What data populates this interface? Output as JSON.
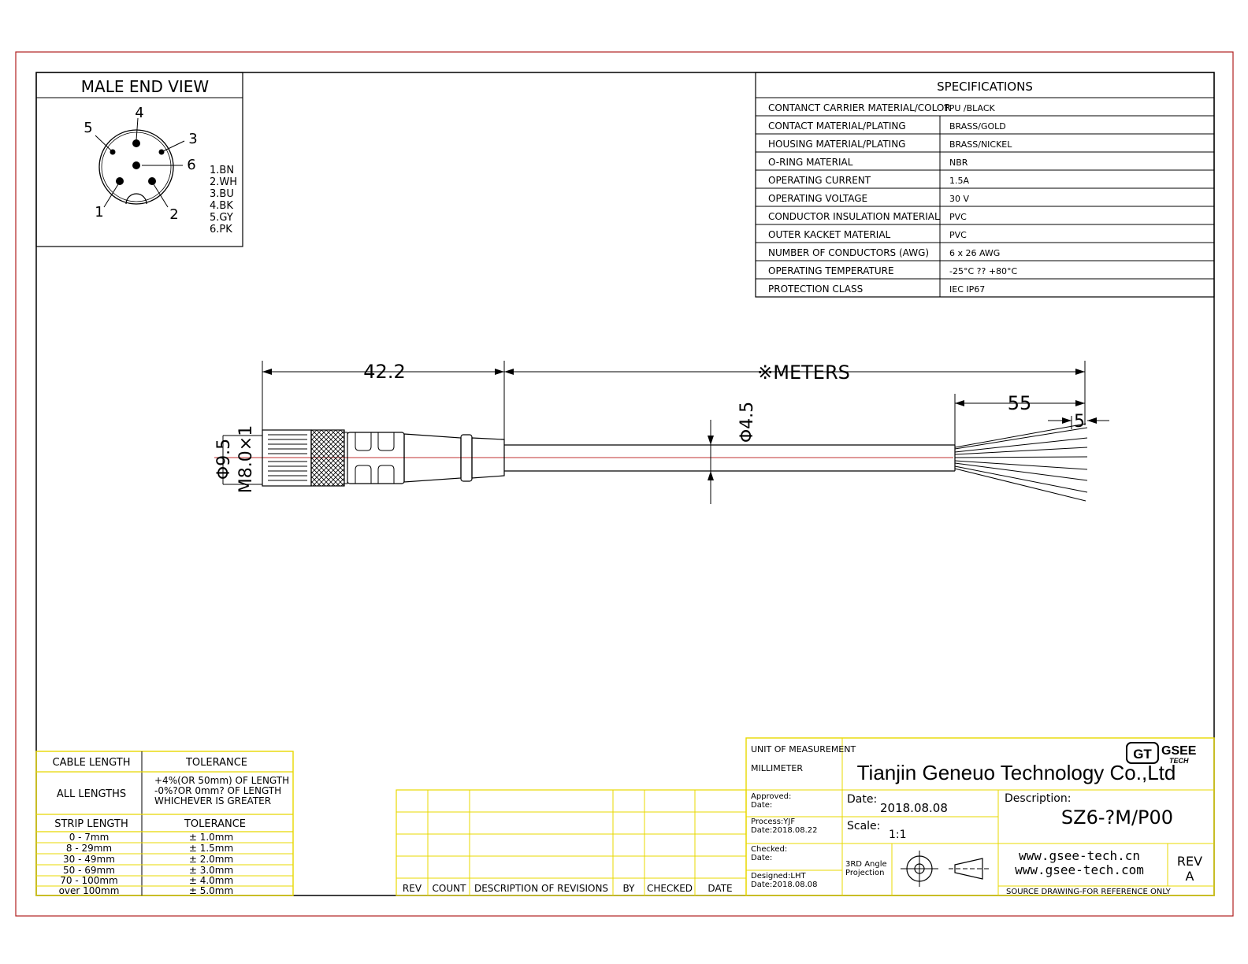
{
  "male_end_view": {
    "title": "MALE END VIEW",
    "pin_numbers": [
      "1",
      "2",
      "3",
      "4",
      "5",
      "6"
    ],
    "pin_colors": [
      "1.BN",
      "2.WH",
      "3.BU",
      "4.BK",
      "5.GY",
      "6.PK"
    ]
  },
  "specifications": {
    "title": "SPECIFICATIONS",
    "rows": [
      {
        "label": "CONTANCT CARRIER MATERIAL/COLOR",
        "value": "TPU /BLACK"
      },
      {
        "label": "CONTACT  MATERIAL/PLATING",
        "value": "BRASS/GOLD"
      },
      {
        "label": "HOUSING MATERIAL/PLATING",
        "value": "BRASS/NICKEL"
      },
      {
        "label": "O-RING MATERIAL",
        "value": "NBR"
      },
      {
        "label": "OPERATING CURRENT",
        "value": "1.5A"
      },
      {
        "label": "OPERATING VOLTAGE",
        "value": "30 V"
      },
      {
        "label": "CONDUCTOR INSULATION MATERIAL",
        "value": "PVC"
      },
      {
        "label": "OUTER KACKET MATERIAL",
        "value": "PVC"
      },
      {
        "label": "NUMBER OF CONDUCTORS (AWG)",
        "value": "6 x 26 AWG"
      },
      {
        "label": "OPERATING TEMPERATURE",
        "value": "-25°C ?? +80°C"
      },
      {
        "label": "PROTECTION CLASS",
        "value": "IEC  IP67"
      }
    ]
  },
  "dimensions": {
    "connector_length": "42.2",
    "cable_length": "※METERS",
    "cable_diameter": "Φ4.5",
    "strip_length": "55",
    "wire_strip": "5",
    "body_diameter": "Φ9.5",
    "thread": "M8.0×1"
  },
  "tolerance_table": {
    "cable_length_header": "CABLE LENGTH",
    "tolerance_header": "TOLERANCE",
    "all_lengths_label": "ALL LENGTHS",
    "all_lengths_lines": [
      "+4%(OR 50mm) OF LENGTH",
      "-0%?OR 0mm? OF LENGTH",
      "WHICHEVER  IS  GREATER"
    ],
    "strip_length_header": "STRIP LENGTH",
    "strip_tolerance_header": "TOLERANCE",
    "strip_rows": [
      {
        "range": "0 - 7mm",
        "tol": "± 1.0mm"
      },
      {
        "range": "8 - 29mm",
        "tol": "± 1.5mm"
      },
      {
        "range": "30 - 49mm",
        "tol": "± 2.0mm"
      },
      {
        "range": "50 - 69mm",
        "tol": "± 3.0mm"
      },
      {
        "range": "70 - 100mm",
        "tol": "± 4.0mm"
      },
      {
        "range": "over 100mm",
        "tol": "± 5.0mm"
      }
    ]
  },
  "revisions": {
    "headers": [
      "REV",
      "COUNT",
      "DESCRIPTION  OF  REVISIONS",
      "BY",
      "CHECKED",
      "DATE"
    ]
  },
  "title_block": {
    "unit_label": "UNIT OF MEASUREMENT",
    "unit_value": "MILLIMETER",
    "company": "Tianjin Geneuo Technology Co.,Ltd",
    "logo_mark": "GT",
    "logo_line1": "GSEE",
    "logo_line2": "TECH",
    "approved_label": "Approved:",
    "approved_date_label": "Date:",
    "process_label": "Process:YJF",
    "process_date": "Date:2018.08.22",
    "checked_label": "Checked:",
    "checked_date_label": "Date:",
    "designed_label": "Designed:LHT",
    "designed_date": "Date:2018.08.08",
    "date_label": "Date:",
    "date_value": "2018.08.08",
    "scale_label": "Scale:",
    "scale_value": "1:1",
    "description_label": "Description:",
    "description_value": "SZ6-?M/P00",
    "projection_line1": "3RD Angle",
    "projection_line2": "Projection",
    "website1": "www.gsee-tech.cn",
    "website2": "www.gsee-tech.com",
    "rev_label": "REV",
    "rev_value": "A",
    "source_note": "SOURCE DRAWING-FOR REFERENCE ONLY"
  },
  "colors": {
    "outer_border": "#b02020",
    "title_block_border": "#e8d800",
    "centerline": "#c03030"
  }
}
